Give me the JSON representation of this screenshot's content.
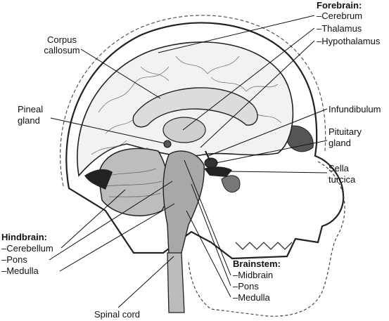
{
  "labels": {
    "forebrain": {
      "heading": "Forebrain:",
      "items": [
        "–Cerebrum",
        "–Thalamus",
        "–Hypothalamus"
      ]
    },
    "corpus_callosum": [
      "Corpus",
      "callosum"
    ],
    "pineal_gland": [
      "Pineal",
      "gland"
    ],
    "infundibulum": "Infundibulum",
    "pituitary_gland": [
      "Pituitary",
      "gland"
    ],
    "sella_turcica": [
      "Sella",
      "turcica"
    ],
    "hindbrain": {
      "heading": "Hindbrain:",
      "items": [
        "–Cerebellum",
        "–Pons",
        "–Medulla"
      ]
    },
    "brainstem": {
      "heading": "Brainstem:",
      "items": [
        "–Midbrain",
        "–Pons",
        "–Medulla"
      ]
    },
    "spinal_cord": "Spinal cord"
  }
}
